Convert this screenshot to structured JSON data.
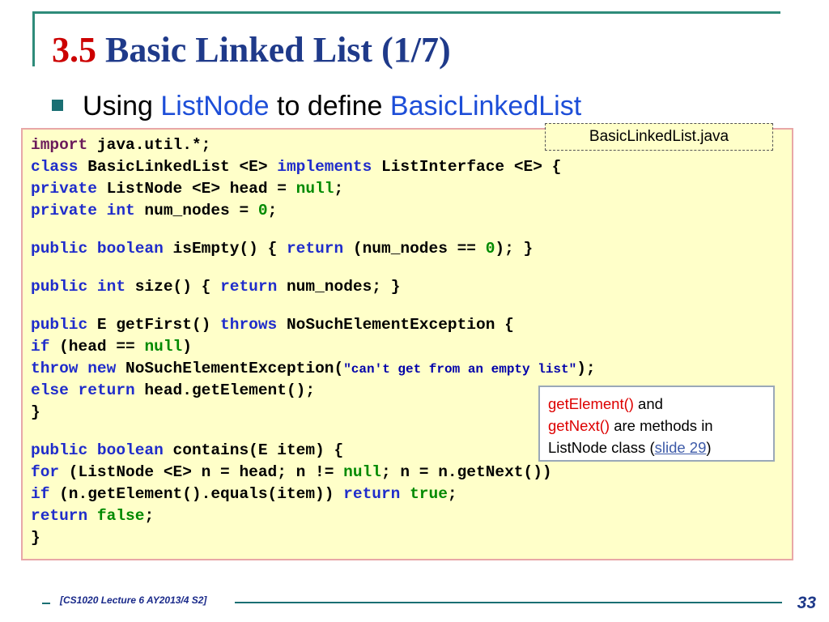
{
  "slide": {
    "title_number": "3.5",
    "title_text": "Basic Linked List (1/7)",
    "bullet": {
      "pre": "Using ",
      "hl1": "ListNode",
      "mid": " to define ",
      "hl2": "BasicLinkedList"
    },
    "file_label": "BasicLinkedList.java",
    "note": {
      "a": "getElement()",
      "b": " and",
      "c": "getNext()",
      "d": " are methods in",
      "e": "ListNode class (",
      "f": "slide 29",
      "g": ")"
    },
    "footer": "[CS1020 Lecture 6 AY2013/4 S2]",
    "page_number": "33"
  },
  "code": {
    "l1": [
      "import",
      " java.util.*;"
    ],
    "l2": [
      "class",
      " BasicLinkedList <E> ",
      "implements",
      " ListInterface <E> {"
    ],
    "l3": [
      "  ",
      "private",
      " ListNode <E> head = ",
      "null",
      ";"
    ],
    "l4": [
      "  ",
      "private",
      " ",
      "int",
      " num_nodes = ",
      "0",
      ";"
    ],
    "l5": [
      "  ",
      "public",
      " ",
      "boolean",
      " isEmpty() { ",
      "return",
      " (num_nodes == ",
      "0",
      "); }"
    ],
    "l6": [
      "  ",
      "public",
      " ",
      "int",
      " size() { ",
      "return",
      " num_nodes; }"
    ],
    "l7": [
      "  ",
      "public",
      " E getFirst() ",
      "throws",
      " NoSuchElementException {"
    ],
    "l8": [
      "    ",
      "if",
      " (head == ",
      "null",
      ")"
    ],
    "l9": [
      "      ",
      "throw",
      " ",
      "new",
      " NoSuchElementException(",
      "\"can't get from an empty list\"",
      ");"
    ],
    "l10": [
      "    ",
      "else",
      " ",
      "return",
      " head.getElement();"
    ],
    "l11": [
      "  }"
    ],
    "l12": [
      "  ",
      "public",
      " ",
      "boolean",
      " contains(E item) {"
    ],
    "l13": [
      "    ",
      "for",
      " (ListNode <E> n = head; n != ",
      "null",
      "; n = n.getNext())"
    ],
    "l14": [
      "      ",
      "if",
      " (n.getElement().equals(item)) ",
      "return",
      " ",
      "true",
      ";"
    ],
    "l15": [
      "    ",
      "return",
      " ",
      "false",
      ";"
    ],
    "l16": [
      "  }"
    ]
  }
}
